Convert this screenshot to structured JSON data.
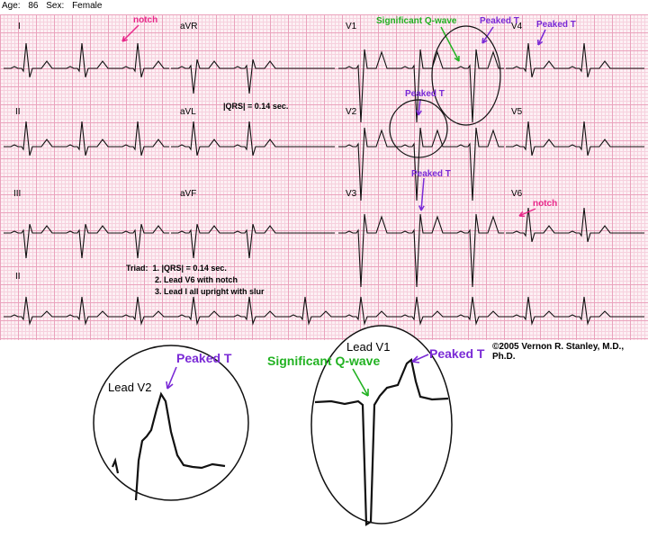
{
  "patient": {
    "age_label": "Age:",
    "age": "86",
    "sex_label": "Sex:",
    "sex": "Female"
  },
  "leads": {
    "I": "I",
    "aVR": "aVR",
    "V1": "V1",
    "V4": "V4",
    "II": "II",
    "aVL": "aVL",
    "V2": "V2",
    "V5": "V5",
    "III": "III",
    "aVF": "aVF",
    "V3": "V3",
    "V6": "V6",
    "rhythm": "II"
  },
  "annotations": {
    "notch_I": "notch",
    "notch_V6": "notch",
    "sig_q": "Significant Q-wave",
    "peaked_t_v1": "Peaked T",
    "peaked_t_v4": "Peaked T",
    "peaked_t_v2": "Peaked T",
    "peaked_t_v3": "Peaked T",
    "qrs_label": "|QRS| = 0.14 sec."
  },
  "triad": {
    "title": "Triad:",
    "items": [
      "1. |QRS| = 0.14 sec.",
      "2. Lead V6 with notch",
      "3. Lead I all upright with slur"
    ]
  },
  "zoom": {
    "v2_label": "Lead V2",
    "v2_peaked": "Peaked T",
    "v1_label": "Lead V1",
    "v1_sigq": "Significant Q-wave",
    "v1_peaked": "Peaked T"
  },
  "copyright": "©2005 Vernon R. Stanley, M.D., Ph.D.",
  "colors": {
    "notch": "#e8288a",
    "sig_q": "#22b222",
    "peaked": "#7a2ad6",
    "grid_major": "#eaa3bd",
    "grid_minor": "#f6d1de"
  }
}
